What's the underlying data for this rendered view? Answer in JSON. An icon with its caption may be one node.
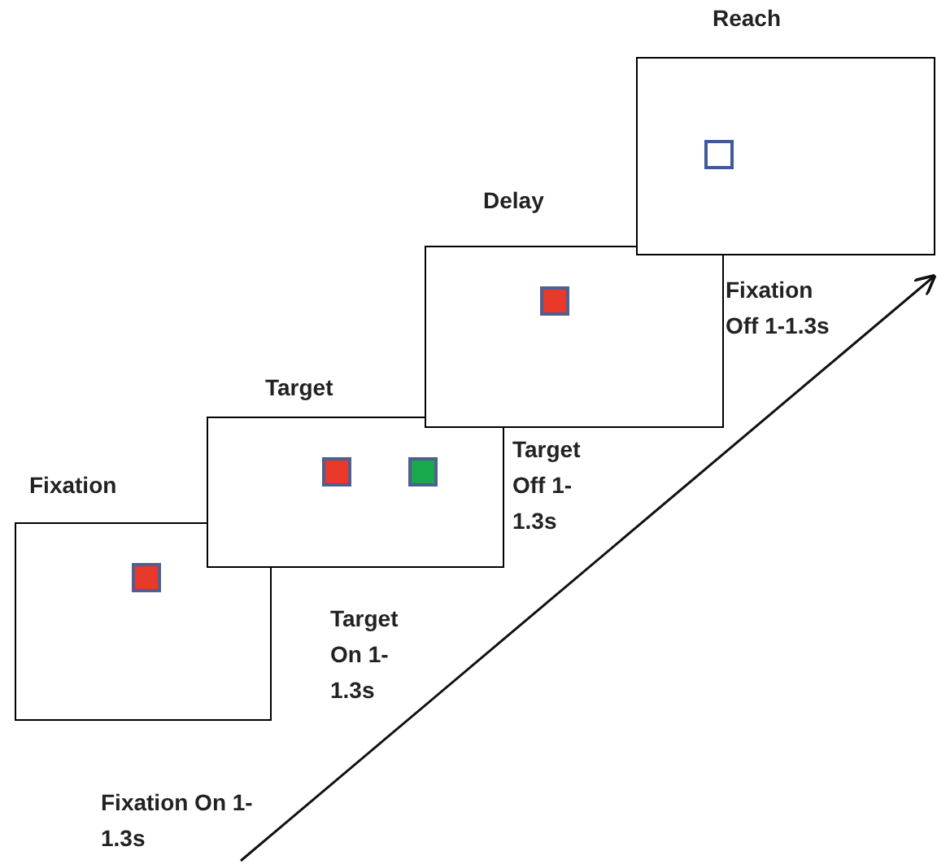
{
  "diagram": {
    "nodes": [
      {
        "text": [
          "Fixation"
        ]
      },
      {
        "text": [
          "Target"
        ]
      },
      {
        "text": [
          "Delay"
        ]
      },
      {
        "text": [
          "Reach"
        ]
      }
    ],
    "labels": [
      "Fixation Off 1-1.3s",
      "Target Off 1-1.3s",
      "Target On 1-1.3s",
      "Fixation On 1-1.3s"
    ]
  }
}
